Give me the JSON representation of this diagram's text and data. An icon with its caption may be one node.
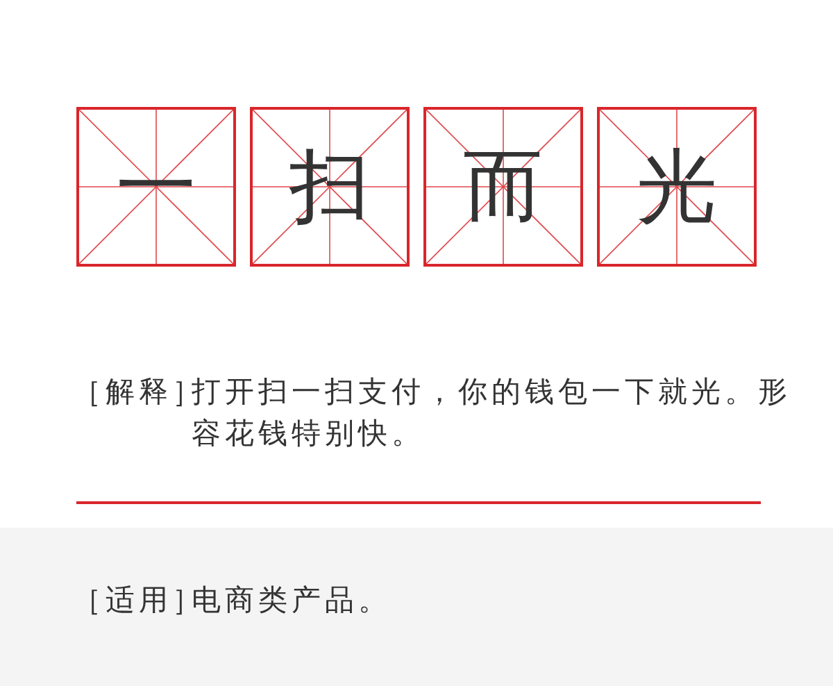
{
  "diagram": {
    "nodes": [
      {
        "text": [
          "一"
        ]
      },
      {
        "text": [
          "扫"
        ]
      },
      {
        "text": [
          "而"
        ]
      },
      {
        "text": [
          "光"
        ]
      }
    ],
    "labels": [
      "［解释］",
      "打开扫一扫支付，你的钱包一下就光。形容花钱特别快。",
      "［适用］",
      "电商类产品。"
    ]
  }
}
